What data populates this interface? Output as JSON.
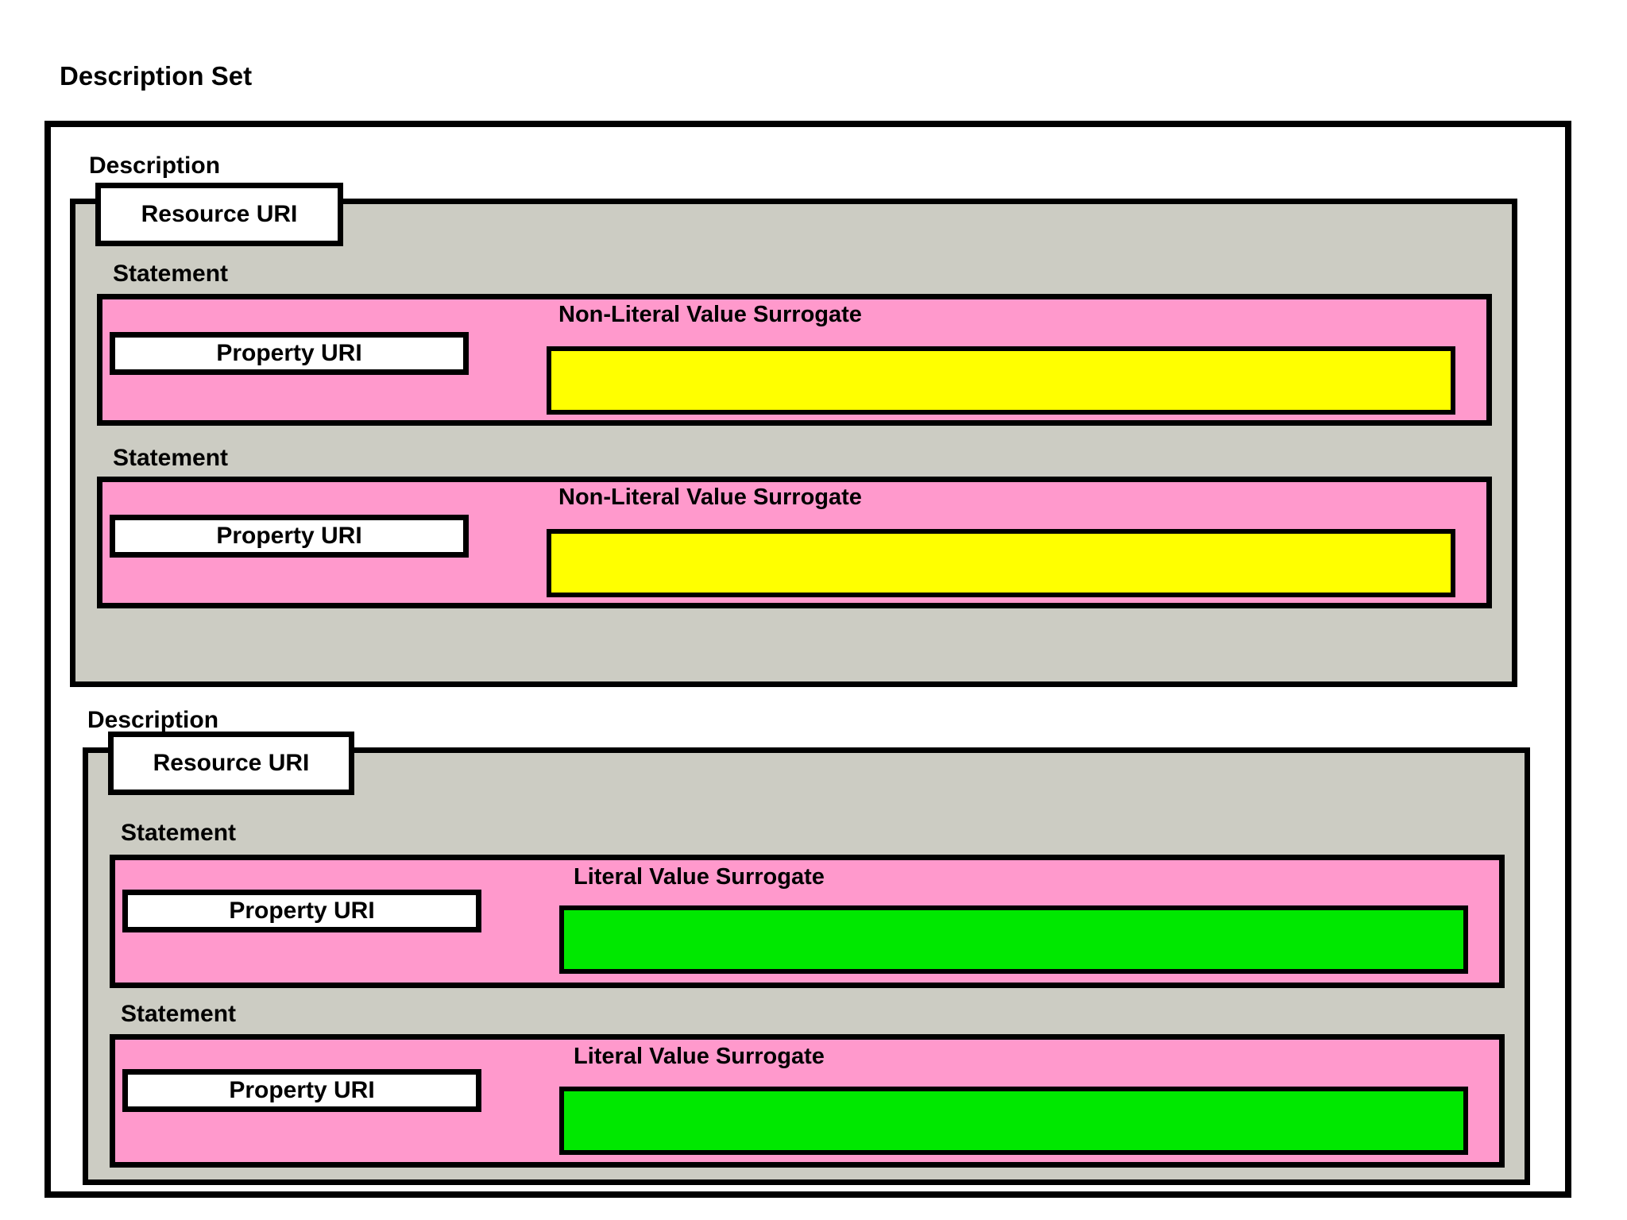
{
  "title": "Description Set",
  "colors": {
    "background": "#FFFFFF",
    "border": "#000000",
    "description_fill": "#CCCCC3",
    "statement_fill": "#FF99CC",
    "non_literal_value_fill": "#FFFF00",
    "literal_value_fill": "#00E800"
  },
  "descriptions": [
    {
      "label": "Description",
      "resource_uri_label": "Resource URI",
      "statements": [
        {
          "label": "Statement",
          "property_uri_label": "Property URI",
          "value_surrogate_label": "Non-Literal Value Surrogate",
          "value_type": "non-literal"
        },
        {
          "label": "Statement",
          "property_uri_label": "Property URI",
          "value_surrogate_label": "Non-Literal Value Surrogate",
          "value_type": "non-literal"
        }
      ]
    },
    {
      "label": "Description",
      "resource_uri_label": "Resource URI",
      "statements": [
        {
          "label": "Statement",
          "property_uri_label": "Property URI",
          "value_surrogate_label": "Literal Value Surrogate",
          "value_type": "literal"
        },
        {
          "label": "Statement",
          "property_uri_label": "Property URI",
          "value_surrogate_label": "Literal Value Surrogate",
          "value_type": "literal"
        }
      ]
    }
  ]
}
